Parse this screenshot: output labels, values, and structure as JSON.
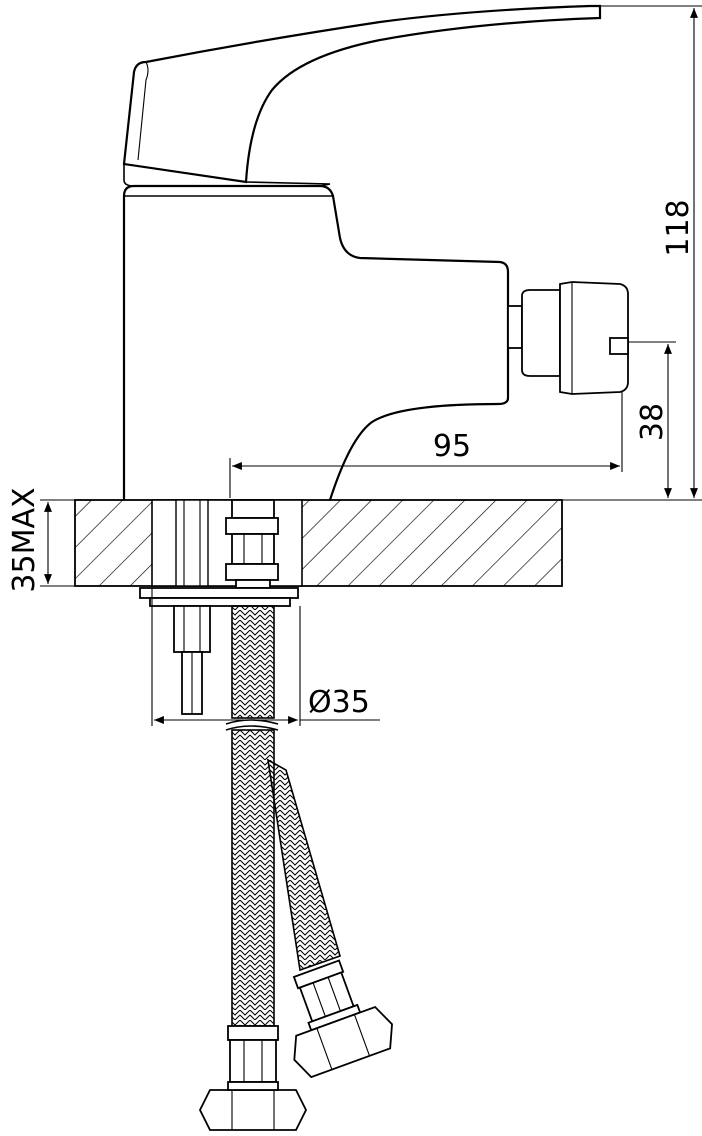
{
  "drawing": {
    "dimensions": {
      "height_total": "118",
      "spout_height": "38",
      "reach": "95",
      "max_counter_thickness": "35MAX",
      "mount_hole": "Ø35"
    }
  }
}
